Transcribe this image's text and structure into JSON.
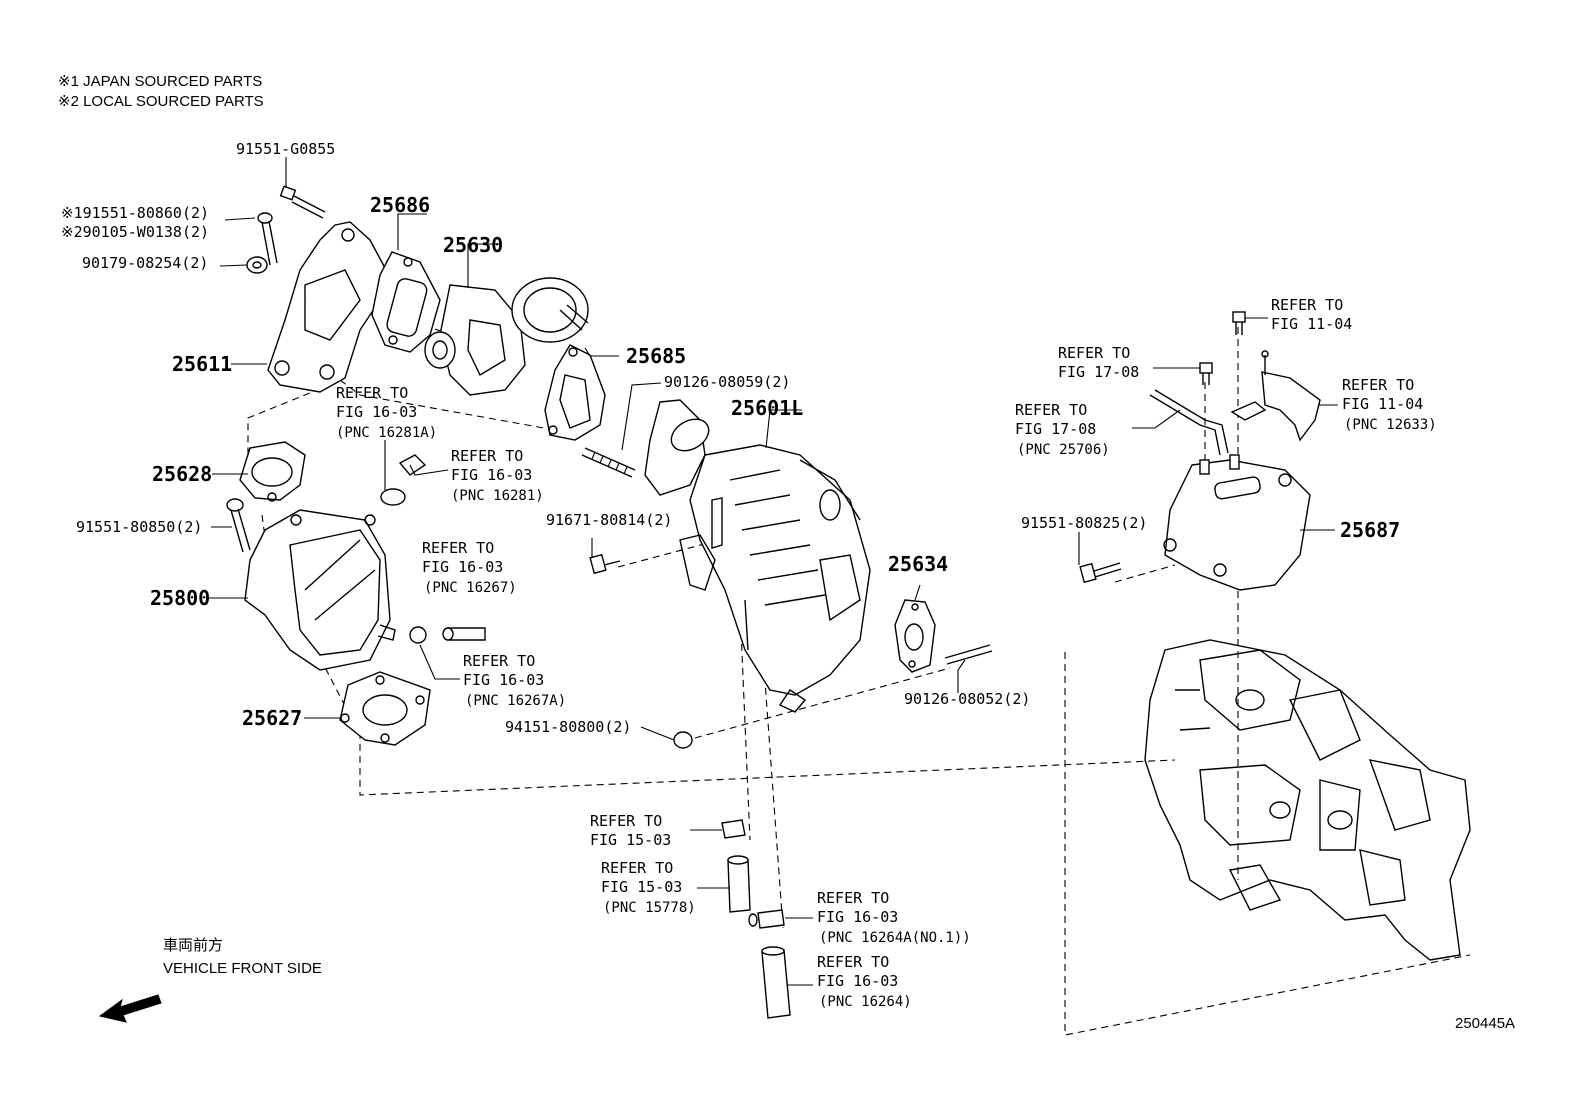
{
  "header": {
    "note1": "※1 JAPAN SOURCED PARTS",
    "note2": "※2 LOCAL SOURCED PARTS"
  },
  "footer": {
    "front_jp": "車両前方",
    "front_en": "VEHICLE FRONT SIDE",
    "diagram_code": "250445A"
  },
  "labels": {
    "bolt_g0855": "91551-G0855",
    "bolt_80860": "※191551-80860(2)",
    "bolt_w0138": "※290105-W0138(2)",
    "nut_08254": "90179-08254(2)",
    "pnc_25611": "25611",
    "pnc_25686": "25686",
    "pnc_25630": "25630",
    "pnc_25685": "25685",
    "stud_08059": "90126-08059(2)",
    "pnc_25601l": "25601L",
    "ref_16281a_1": "REFER TO",
    "ref_16281a_2": "FIG 16-03",
    "ref_16281a_3": "(PNC 16281A)",
    "ref_16281_1": "REFER TO",
    "ref_16281_2": "FIG 16-03",
    "ref_16281_3": "(PNC 16281)",
    "pnc_25628": "25628",
    "bolt_80850": "91551-80850(2)",
    "pnc_25800": "25800",
    "ref_16267_1": "REFER TO",
    "ref_16267_2": "FIG 16-03",
    "ref_16267_3": "(PNC 16267)",
    "ref_16267a_1": "REFER TO",
    "ref_16267a_2": "FIG 16-03",
    "ref_16267a_3": "(PNC 16267A)",
    "pnc_25627": "25627",
    "bolt_80814": "91671-80814(2)",
    "pnc_25634": "25634",
    "stud_08052": "90126-08052(2)",
    "nut_80800": "94151-80800(2)",
    "ref_1503a_1": "REFER TO",
    "ref_1503a_2": "FIG 15-03",
    "ref_15778_1": "REFER TO",
    "ref_15778_2": "FIG 15-03",
    "ref_15778_3": "(PNC 15778)",
    "ref_16264a_1": "REFER TO",
    "ref_16264a_2": "FIG 16-03",
    "ref_16264a_3": "(PNC 16264A(NO.1))",
    "ref_16264_1": "REFER TO",
    "ref_16264_2": "FIG 16-03",
    "ref_16264_3": "(PNC 16264)",
    "ref_1104a_1": "REFER TO",
    "ref_1104a_2": "FIG 11-04",
    "ref_1708a_1": "REFER TO",
    "ref_1708a_2": "FIG 17-08",
    "ref_25706_1": "REFER TO",
    "ref_25706_2": "FIG 17-08",
    "ref_25706_3": "(PNC 25706)",
    "ref_12633_1": "REFER TO",
    "ref_12633_2": "FIG 11-04",
    "ref_12633_3": "(PNC 12633)",
    "bolt_80825": "91551-80825(2)",
    "pnc_25687": "25687"
  }
}
